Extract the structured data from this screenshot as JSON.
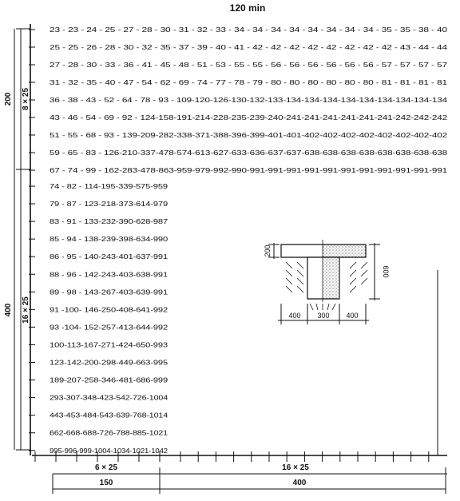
{
  "title": "120 min",
  "flange_rows": [
    "23 - 23 - 24 - 25 - 27 - 28 - 30 - 31 - 32 - 33 - 34 - 34 - 34 - 34 - 34 - 34 - 34 - 34 - 35 - 35 - 38 - 40",
    "25 - 25 - 26 - 28 - 30 - 32 - 35 - 37 - 39 - 40 - 41 - 42 - 42 - 42 - 42 - 42 - 42 - 42 - 42 - 43 - 44 - 44",
    "27 - 28 - 30 - 33 - 36 - 41 - 45 - 48 - 51 - 53 - 55 - 55 - 56 - 56 - 56 - 56 - 56 - 56 - 57 - 57 - 57 - 57",
    "31 - 32 - 35 - 40 - 47 - 54 - 62 - 69 - 74 - 77 - 78 - 79 - 80 - 80 - 80 - 80 - 80 - 80 - 81 - 81 - 81 - 81",
    "36 - 38 - 43 - 52 - 64 - 78 - 93 - 109-120-126-130-132-133-134-134-134-134-134-134-134-134-134",
    "43 - 46 - 54 - 69 - 92 - 124-158-191-214-228-235-239-240-241-241-241-241-241-241-242-242-242",
    "51 - 55 - 68 - 93 - 139-209-282-338-371-388-396-399-401-401-402-402-402-402-402-402-402-402",
    "59 - 65 - 83 - 126-210-337-478-574-613-627-633-636-637-637-638-638-638-638-638-638-638-638",
    "67 - 74 - 99 - 162-283-478-863-959-979-992-990-991-991-991-991-991-991-991-991-991-991-991"
  ],
  "web_rows": [
    "74 - 82 - 114-195-339-575-959",
    "79 - 87 - 123-218-373-614-979",
    "83 - 91 - 133-232-390-628-987",
    "85 - 94 - 138-239-398-634-990",
    "86 - 95 - 140-243-401-637-991",
    "88 - 96 - 142-243-403-638-991",
    "89 - 98 - 143-267-403-639-991",
    "91 -100- 146-250-408-641-992",
    "93 -104- 152-257-413-644-992",
    "100-113-167-271-424-650-993",
    "123-142-200-298-449-663-995",
    "189-207-258-346-481-686-999",
    "293-307-348-423-542-726-1004",
    "443-453-484-543-639-768-1014",
    "662-668-688-726-788-885-1021",
    "995-996-999-1004-1034-1021-1042"
  ],
  "dimensions": {
    "left_top_total": "200",
    "left_top_grid": "8 × 25",
    "left_bottom_total": "400",
    "left_bottom_grid": "16 × 25",
    "bottom_left_grid": "6 × 25",
    "bottom_right_grid": "16 × 25",
    "bottom_left_total": "150",
    "bottom_right_total": "400"
  },
  "section": {
    "flange_height": "200",
    "total_height": "600",
    "overhang_left": "400",
    "web_width": "300",
    "overhang_right": "400"
  }
}
